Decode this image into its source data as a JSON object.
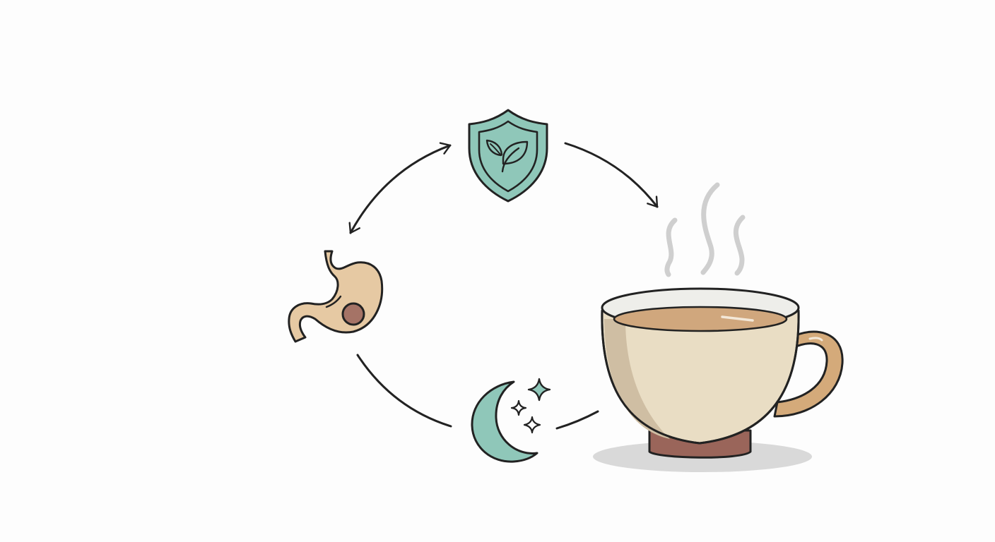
{
  "diagram": {
    "nodes": [
      {
        "id": "shield",
        "icon": "leaf-shield-icon"
      },
      {
        "id": "tea",
        "icon": "tea-cup-icon"
      },
      {
        "id": "moon",
        "icon": "moon-stars-icon"
      },
      {
        "id": "stomach",
        "icon": "stomach-icon"
      }
    ],
    "edges": [
      {
        "from": "shield",
        "to": "tea",
        "arrowhead": "end"
      },
      {
        "from": "tea",
        "to": "moon",
        "arrowhead": "none"
      },
      {
        "from": "moon",
        "to": "stomach",
        "arrowhead": "none"
      },
      {
        "from": "stomach",
        "to": "shield",
        "arrowhead": "both"
      }
    ]
  },
  "colors": {
    "background": "#fdfdfd",
    "outline": "#222222",
    "teal": "#8fc7b9",
    "stomach_skin": "#e6c9a3",
    "stomach_spot": "#a57366",
    "cup_body": "#e9ddc4",
    "cup_shadow_side": "#cfbea3",
    "tea_liquid": "#d0a77d",
    "cup_rim_inner": "#eeeeea",
    "cup_base": "#9a655a",
    "cup_handle": "#d4aa7a",
    "steam": "#cfcfcf",
    "ground_shadow": "#d9d9d9"
  }
}
